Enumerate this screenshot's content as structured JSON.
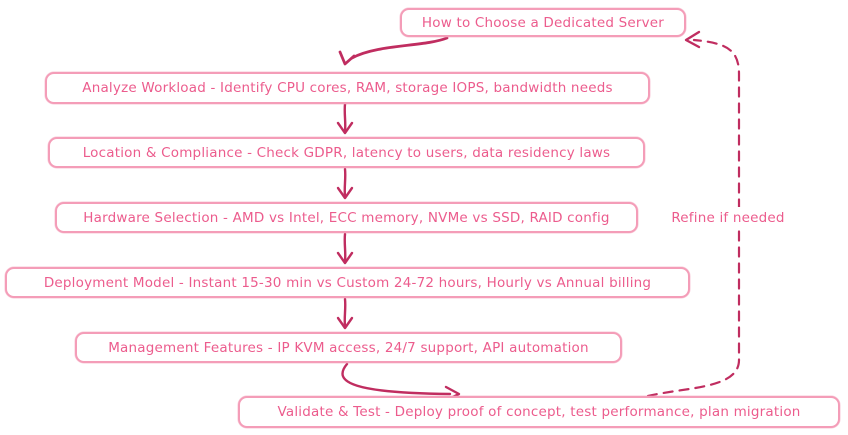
{
  "diagram": {
    "title_box": {
      "label": "How to Choose a Dedicated Server"
    },
    "steps": [
      {
        "label": "Analyze Workload - Identify CPU cores, RAM, storage IOPS, bandwidth needs"
      },
      {
        "label": "Location & Compliance - Check GDPR, latency to users, data residency laws"
      },
      {
        "label": "Hardware Selection - AMD vs Intel, ECC memory, NVMe vs SSD, RAID config"
      },
      {
        "label": "Deployment Model - Instant 15-30 min vs Custom 24-72 hours, Hourly vs Annual billing"
      },
      {
        "label": "Management Features - IP KVM access, 24/7 support, API automation"
      },
      {
        "label": "Validate & Test - Deploy proof of concept, test performance, plan migration"
      }
    ],
    "feedback_label": "Refine if needed",
    "colors": {
      "box_border": "#f49db8",
      "text": "#ec5c8d",
      "arrow": "#c02d60",
      "background": "#ffffff"
    }
  }
}
